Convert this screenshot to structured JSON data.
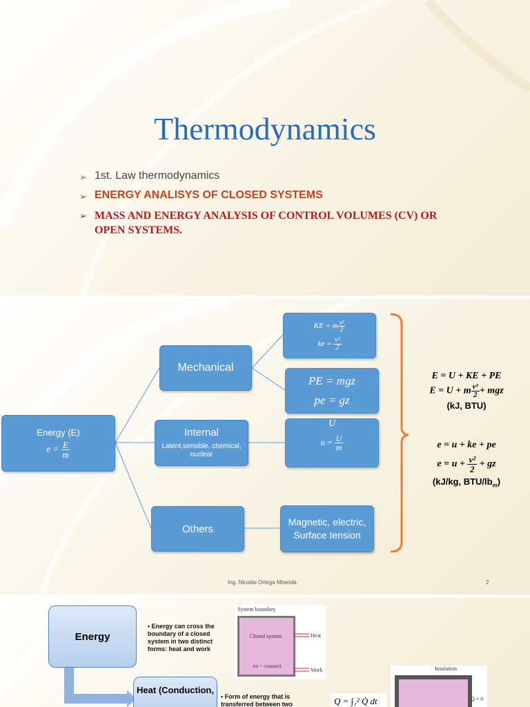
{
  "slide1": {
    "title": "Thermodynamics",
    "bullets": [
      "1st. Law thermodynamics",
      "ENERGY ANALISYS OF CLOSED SYSTEMS",
      "MASS AND ENERGY ANALYSIS OF CONTROL VOLUMES (CV) OR OPEN SYSTEMS."
    ]
  },
  "slide2": {
    "energy_label": "Energy (E)",
    "energy_eq_lhs": "e =",
    "energy_eq_num": "E",
    "energy_eq_den": "m",
    "mechanical": "Mechanical",
    "internal": "Internal",
    "internal_sub": "Latent,sensible, chemical, nuclear",
    "others": "Others",
    "ke_lhs": "KE = m",
    "ke_num": "v²",
    "ke_den": "2",
    "ke_small_lhs": "ke =",
    "ke_small_num": "v²",
    "ke_small_den": "2",
    "pe_upper": "PE = mgz",
    "pe_lower": "pe = gz",
    "u_upper": "U",
    "u_lhs": "u =",
    "u_num": "U",
    "u_den": "m",
    "others_detail": "Magnetic, electric, Surface tension",
    "formula1": "E = U + KE + PE",
    "formula2_a": "E = U + m",
    "formula2_num": "v²",
    "formula2_den": "2",
    "formula2_b": "+ mgz",
    "units1": "(kJ, BTU)",
    "formula3": "e = u + ke + pe",
    "formula4_a": "e = u +",
    "formula4_num": "v²",
    "formula4_den": "2",
    "formula4_b": "+ gz",
    "units2": "(kJ/kg, BTU/lb",
    "units2_sub": "m",
    "units2_end": ")",
    "footer_author": "Ing. Nicolás Ortega Miranda",
    "page_number": "2",
    "colors": {
      "box": "#5b9bd5",
      "brace": "#ed7d31",
      "title": "#2a6bb8"
    }
  },
  "slide3": {
    "energy_box": "Energy",
    "energy_text": "• Energy can cross the boundary of a closed system in two distinct forms: heat and work",
    "heat_box": "Heat (Conduction,",
    "heat_text": "• Form of energy that is transferred between two",
    "diagram_caption": "System boundary",
    "diagram_inner": "Closed system",
    "diagram_m": "(m = constant)",
    "diagram_heat": "Heat",
    "diagram_work": "Work",
    "insulation": "Insulation",
    "q_zero": "Q = 0",
    "heat_eq": "Q = ∫₁² Q̇ dt"
  }
}
